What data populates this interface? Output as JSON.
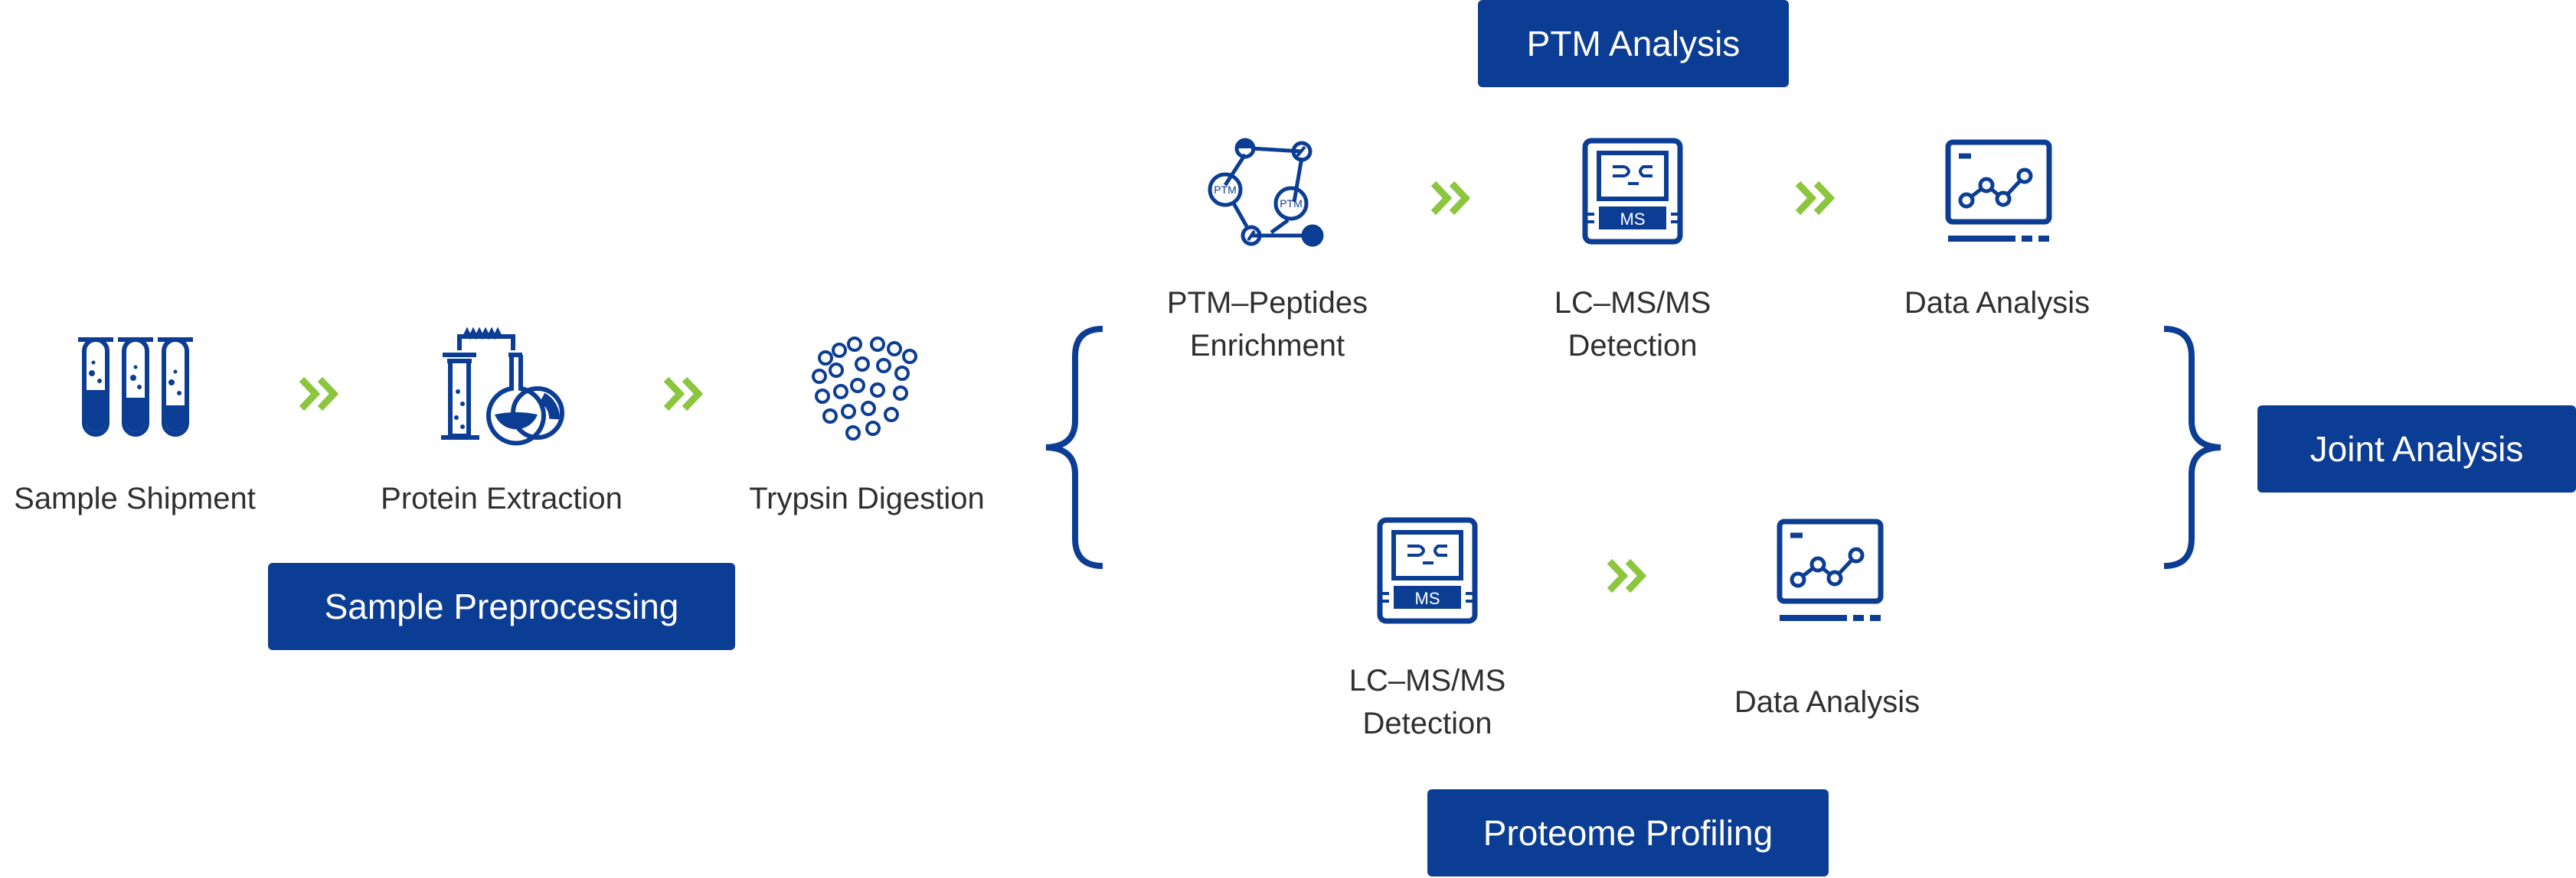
{
  "colors": {
    "primary": "#0c3d94",
    "accent": "#8cc63f",
    "text": "#2f2f2f",
    "background": "#ffffff"
  },
  "groups": {
    "sample_preprocessing": "Sample Preprocessing",
    "ptm_analysis": "PTM Analysis",
    "proteome_profiling": "Proteome Profiling",
    "joint_analysis": "Joint Analysis"
  },
  "steps": {
    "sample_shipment": "Sample Shipment",
    "protein_extraction": "Protein Extraction",
    "trypsin_digestion": "Trypsin Digestion",
    "ptm_peptides_line1": "PTM–Peptides",
    "ptm_peptides_line2": "Enrichment",
    "lcms_top_line1": "LC–MS/MS",
    "lcms_top_line2": "Detection",
    "data_analysis_top": "Data Analysis",
    "lcms_bottom_line1": "LC–MS/MS",
    "lcms_bottom_line2": "Detection",
    "data_analysis_bottom": "Data Analysis"
  },
  "icon_text": {
    "ptm": "PTM",
    "ms": "MS"
  },
  "icons": [
    "test-tubes-icon",
    "flask-icon",
    "peptide-dots-icon",
    "ptm-molecule-icon",
    "mass-spec-icon",
    "monitor-chart-icon",
    "double-chevron-icon",
    "brace-icon"
  ]
}
